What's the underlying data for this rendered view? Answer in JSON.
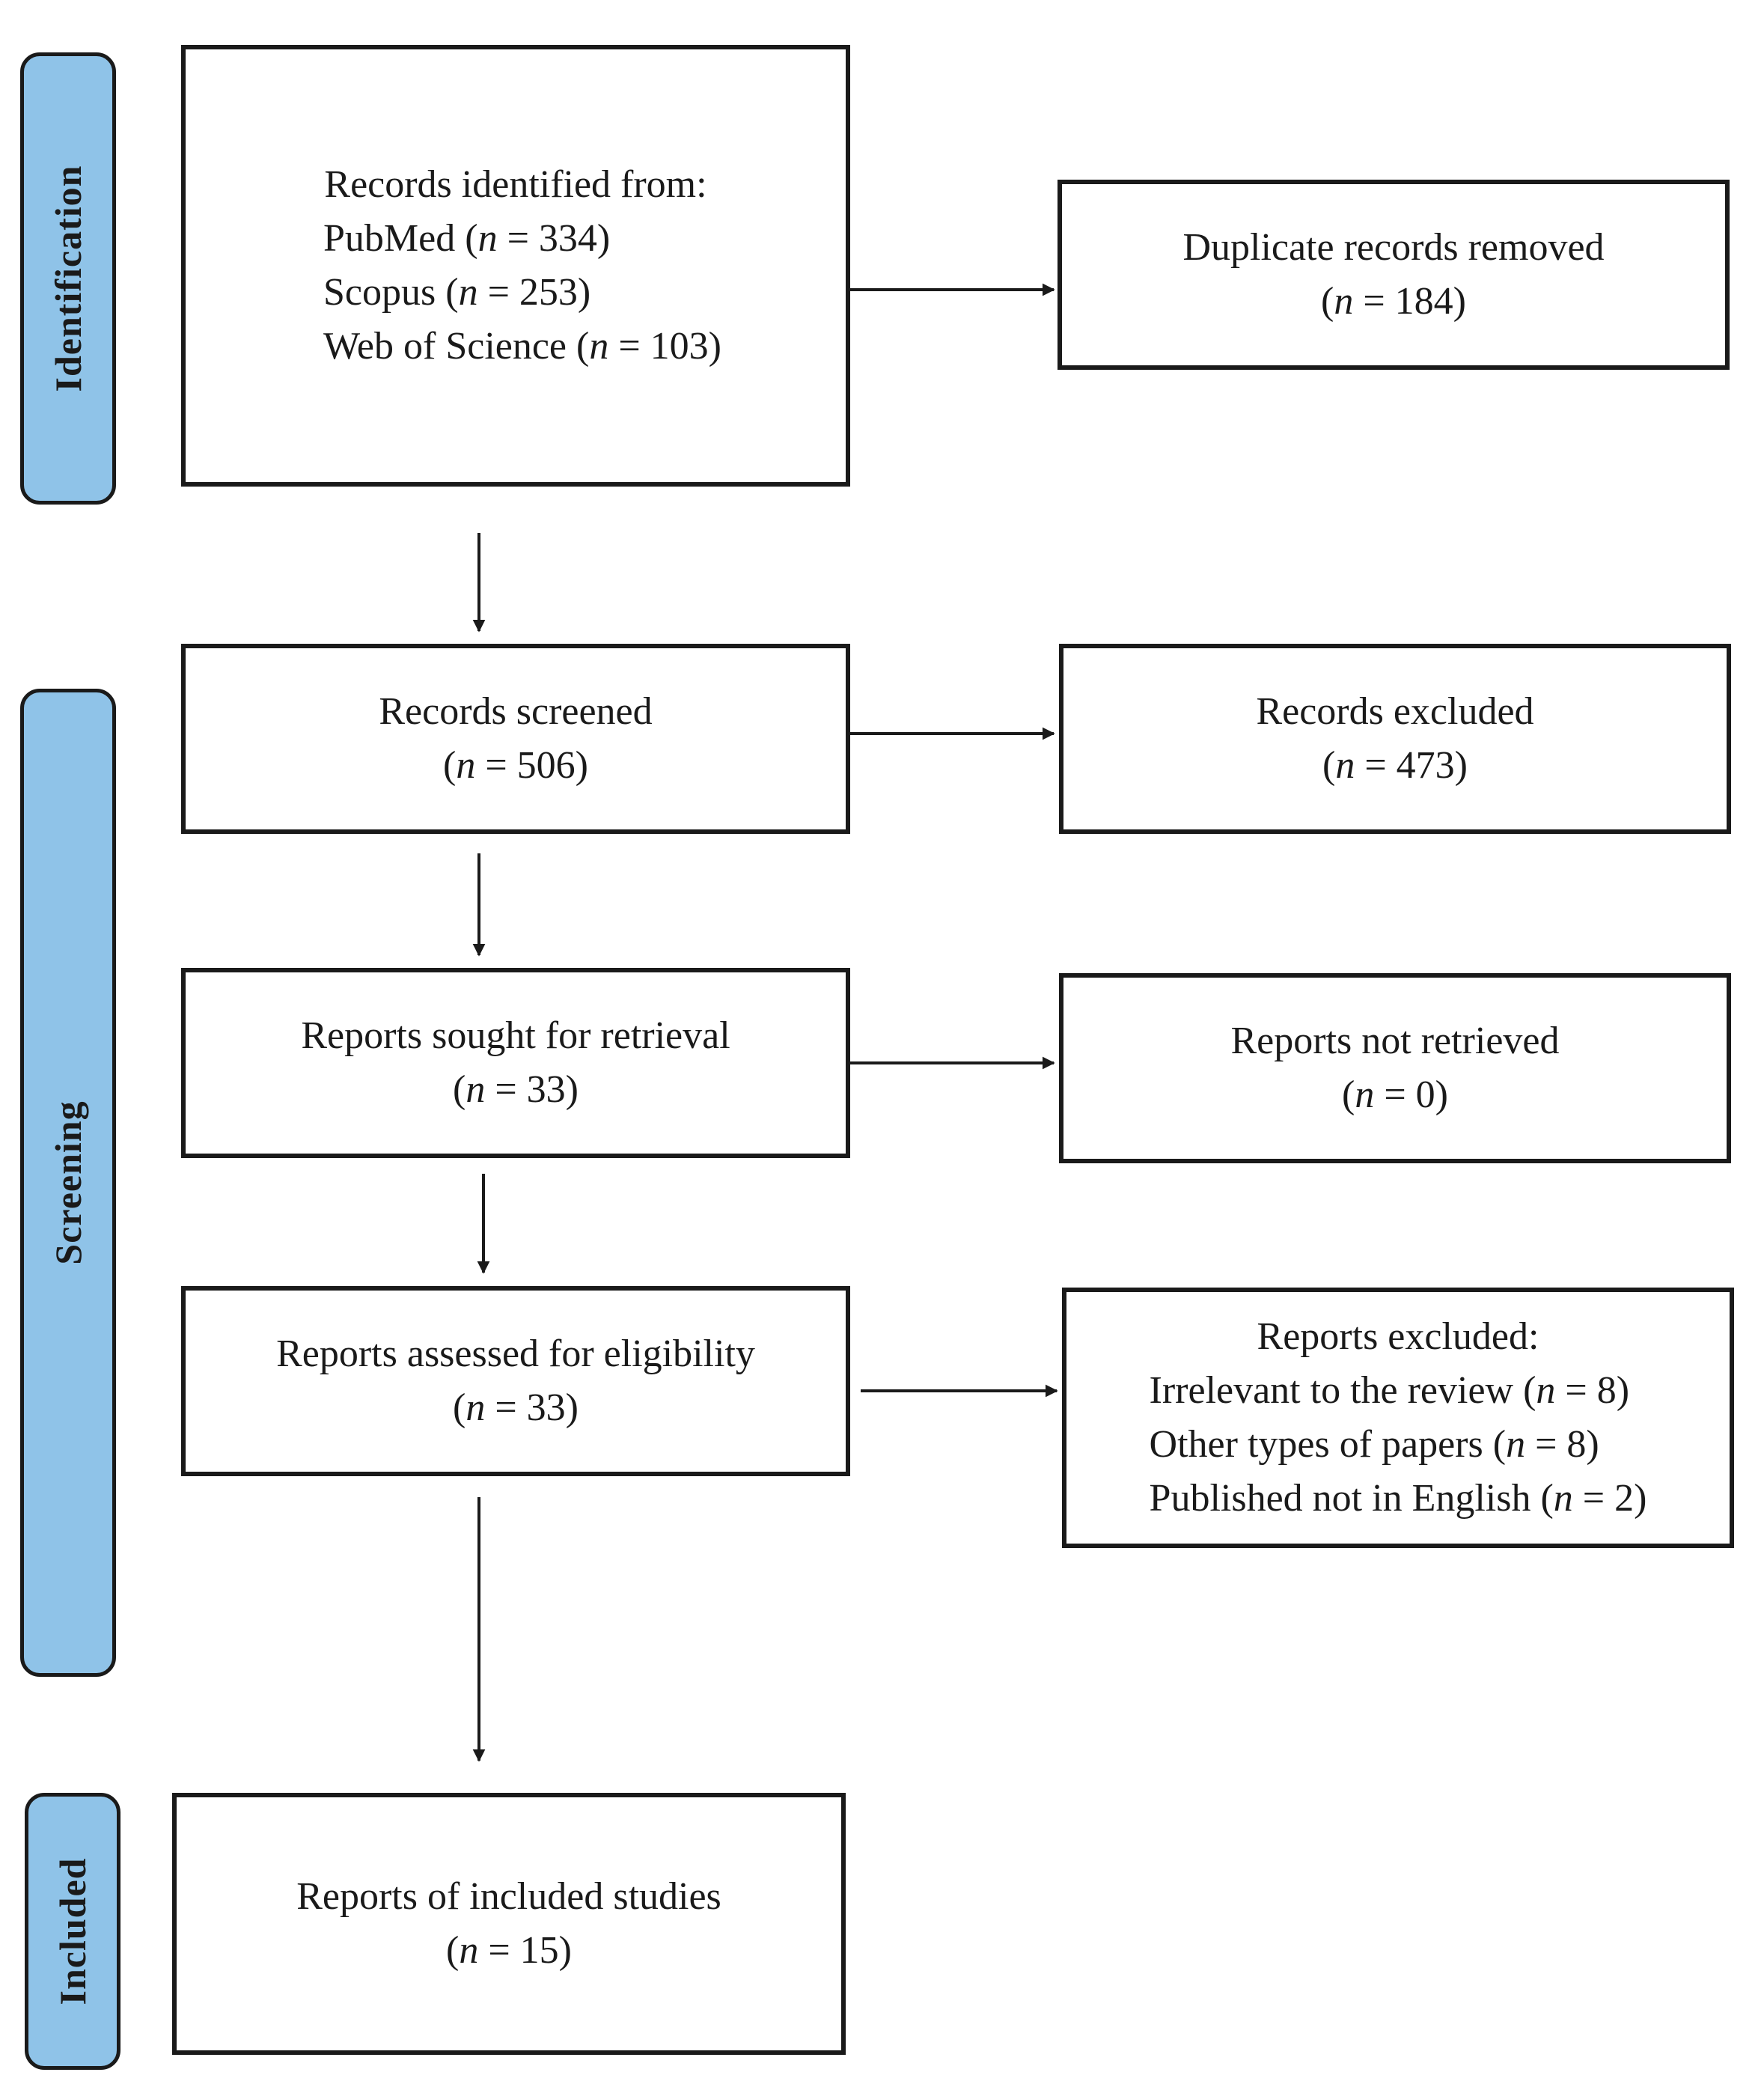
{
  "phases": {
    "identification": "Identification",
    "screening": "Screening",
    "included": "Included"
  },
  "boxes": {
    "records_identified": {
      "heading": "Records identified from:",
      "sources": [
        {
          "label": "PubMed (",
          "n": "n",
          "value": " = 334)"
        },
        {
          "label": "Scopus (",
          "n": "n",
          "value": " = 253)"
        },
        {
          "label": "Web of Science (",
          "n": "n",
          "value": " = 103)"
        }
      ]
    },
    "duplicates_removed": {
      "title": "Duplicate records removed",
      "open": "(",
      "n": "n",
      "value": " = 184)"
    },
    "records_screened": {
      "title": "Records screened",
      "open": "(",
      "n": "n",
      "value": " = 506)"
    },
    "records_excluded": {
      "title": "Records excluded",
      "open": "(",
      "n": "n",
      "value": " = 473)"
    },
    "reports_sought": {
      "title": "Reports sought for retrieval",
      "open": "(",
      "n": "n",
      "value": " = 33)"
    },
    "reports_not_retrieved": {
      "title": "Reports not retrieved",
      "open": "(",
      "n": "n",
      "value": " = 0)"
    },
    "reports_assessed": {
      "title": "Reports assessed for eligibility",
      "open": "(",
      "n": "n",
      "value": " = 33)"
    },
    "reports_excluded": {
      "heading": "Reports excluded:",
      "reasons": [
        {
          "label": "Irrelevant to the review (",
          "n": "n",
          "value": " = 8)"
        },
        {
          "label": "Other types of papers (",
          "n": "n",
          "value": " = 8)"
        },
        {
          "label": "Published not in English (",
          "n": "n",
          "value": " = 2)"
        }
      ]
    },
    "included_studies": {
      "title": "Reports of included studies",
      "open": "(",
      "n": "n",
      "value": " = 15)"
    }
  }
}
